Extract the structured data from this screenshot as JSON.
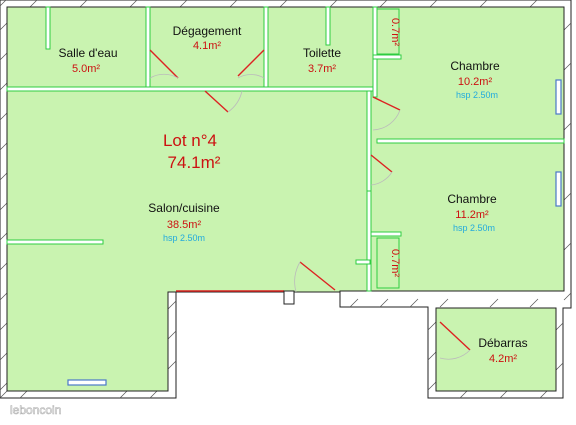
{
  "plan": {
    "lot_title": "Lot n°4",
    "lot_area": "74.1m²",
    "watermark": "leboncoin",
    "colors": {
      "floor": "#c9f3b0",
      "wall": "#ffffff",
      "wall_outline": "#222222",
      "partition": "#2ecc40",
      "door": "#dd2222",
      "window": "#4a78c8",
      "name_text": "#111111",
      "area_text": "#cc1111",
      "height_text": "#22aadd"
    },
    "rooms": [
      {
        "id": "salle-d-eau",
        "name": "Salle d'eau",
        "area": "5.0m²",
        "hsp": ""
      },
      {
        "id": "degagement",
        "name": "Dégagement",
        "area": "4.1m²",
        "hsp": ""
      },
      {
        "id": "toilette",
        "name": "Toilette",
        "area": "3.7m²",
        "hsp": ""
      },
      {
        "id": "chambre-1",
        "name": "Chambre",
        "area": "10.2m²",
        "hsp": "hsp 2.50m"
      },
      {
        "id": "chambre-2",
        "name": "Chambre",
        "area": "11.2m²",
        "hsp": "hsp 2.50m"
      },
      {
        "id": "salon-cuisine",
        "name": "Salon/cuisine",
        "area": "38.5m²",
        "hsp": "hsp 2.50m"
      },
      {
        "id": "debarras",
        "name": "Débarras",
        "area": "4.2m²",
        "hsp": ""
      }
    ],
    "closets": [
      {
        "id": "closet-top",
        "area": "0.7m²"
      },
      {
        "id": "closet-bottom",
        "area": "0.7m²"
      }
    ]
  }
}
